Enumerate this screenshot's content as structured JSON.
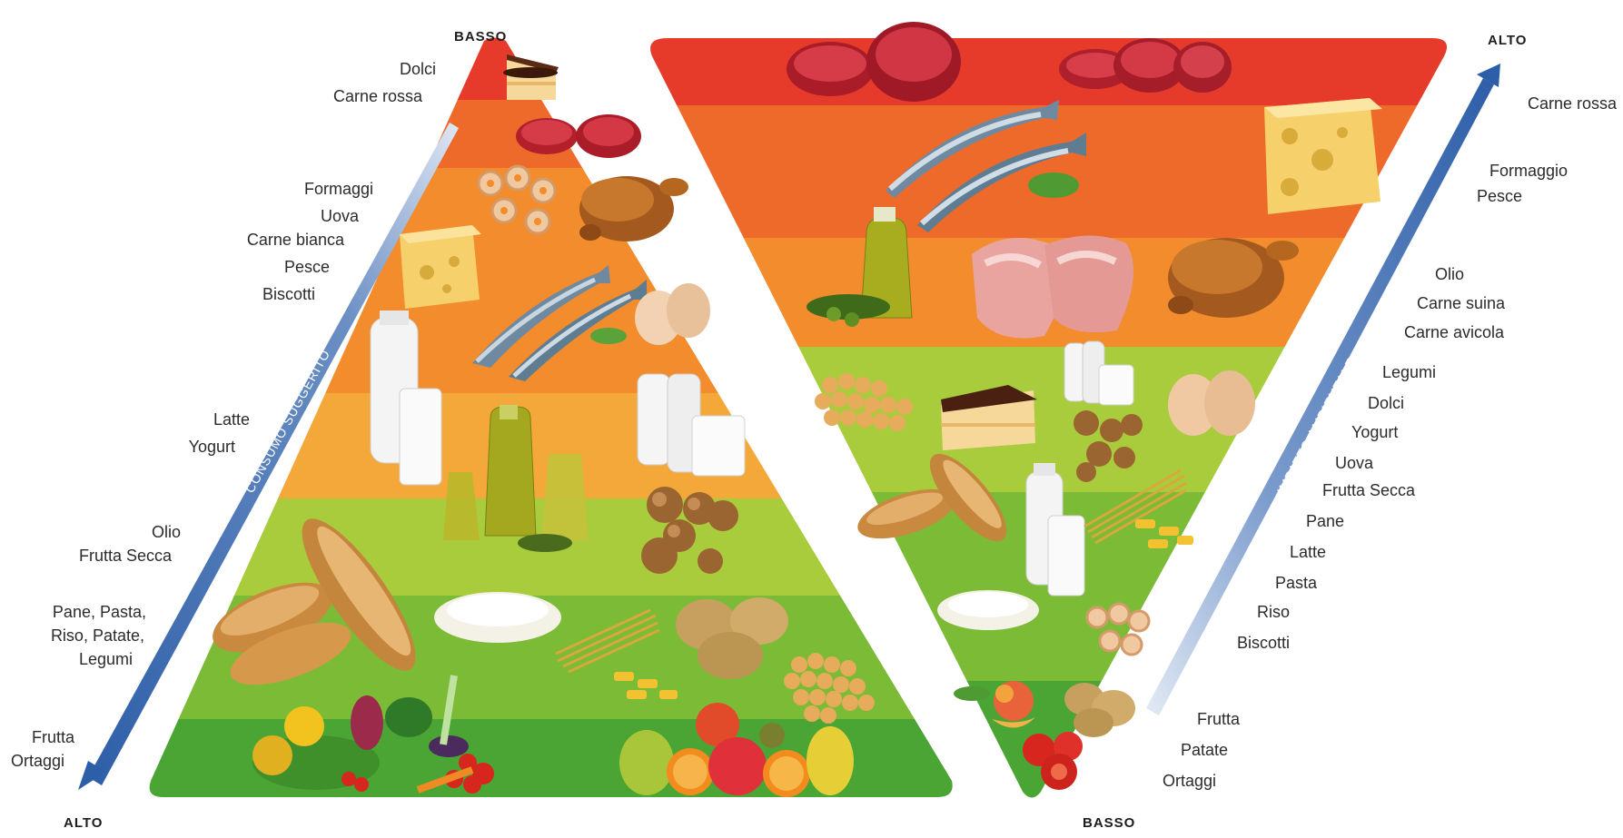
{
  "left_pyramid": {
    "top_end": "BASSO",
    "bottom_end": "ALTO",
    "axis_title": "CONSUMO SUGGERITO",
    "groups": [
      [
        "Dolci",
        "Carne rossa"
      ],
      [
        "Formaggi",
        "Uova",
        "Carne bianca",
        "Pesce",
        "Biscotti"
      ],
      [
        "Latte",
        "Yogurt"
      ],
      [
        "Olio",
        "Frutta Secca"
      ],
      [
        "Pane, Pasta,",
        "Riso, Patate,",
        "Legumi"
      ],
      [
        "Frutta",
        "Ortaggi"
      ]
    ]
  },
  "right_pyramid": {
    "top_end": "ALTO",
    "bottom_end": "BASSO",
    "axis_title": "IMPATTO AMBIENTALE",
    "labels": [
      "Carne rossa",
      "Formaggio",
      "Pesce",
      "Olio",
      "Carne suina",
      "Carne avicola",
      "Legumi",
      "Dolci",
      "Yogurt",
      "Uova",
      "Frutta Secca",
      "Pane",
      "Latte",
      "Pasta",
      "Riso",
      "Biscotti",
      "Frutta",
      "Patate",
      "Ortaggi"
    ]
  },
  "band_colors": [
    "#e63b2a",
    "#ee6a2a",
    "#f28c2c",
    "#f5a83a",
    "#a9cc3c",
    "#7cbb36",
    "#4aa534"
  ],
  "food_icons": [
    "cake-icon",
    "meat-icon",
    "chicken-icon",
    "biscuit-icon",
    "cheese-icon",
    "fish-icon",
    "egg-icon",
    "milk-icon",
    "yogurt-icon",
    "oil-icon",
    "nuts-icon",
    "bread-icon",
    "rice-icon",
    "pasta-icon",
    "potato-icon",
    "chickpea-icon",
    "vegetables-icon",
    "fruit-icon",
    "peach-icon",
    "tomato-icon"
  ]
}
